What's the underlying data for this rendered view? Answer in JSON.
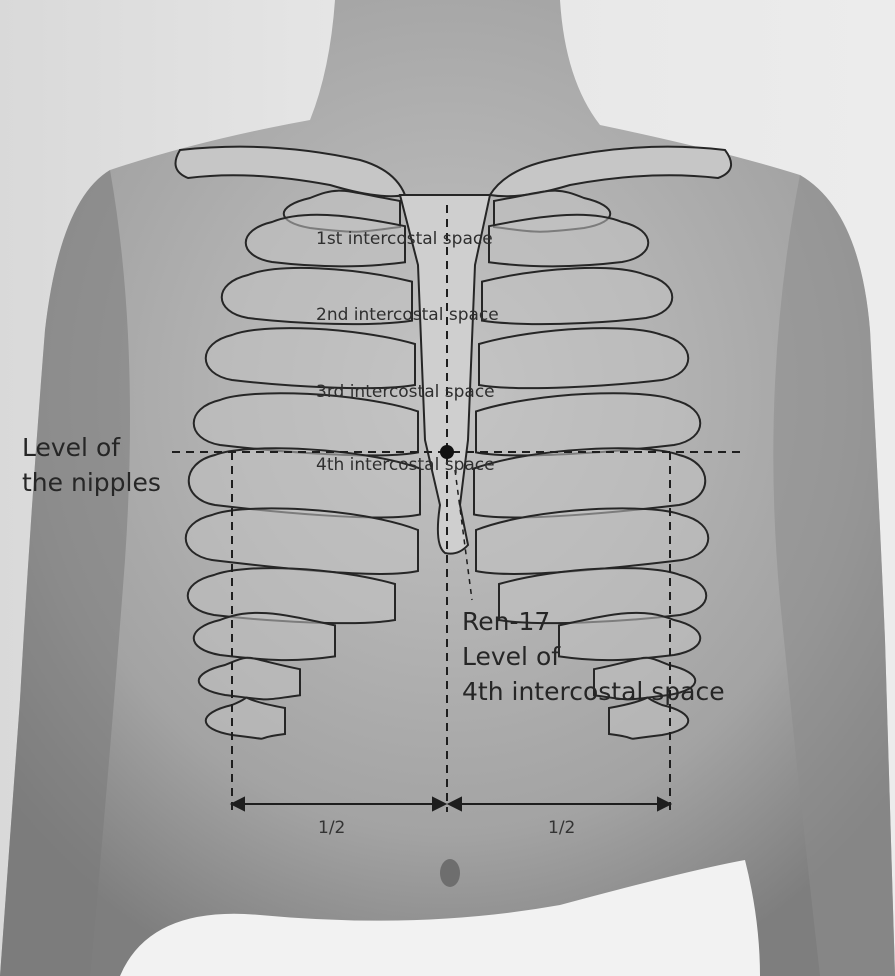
{
  "labels": {
    "space1": "1st intercostal space",
    "space2": "2nd intercostal space",
    "space3": "3rd intercostal space",
    "space4": "4th intercostal space",
    "nipples_line1": "Level of",
    "nipples_line2": "the nipples",
    "ren_line1": "Ren-17",
    "ren_line2": "Level of",
    "ren_line3": "4th intercostal space",
    "half_left": "1/2",
    "half_right": "1/2"
  },
  "colors": {
    "outline": "#262626",
    "skin": "#9a9a9a",
    "skin_light": "#bdbdbd",
    "background": "#e6e6e6"
  }
}
